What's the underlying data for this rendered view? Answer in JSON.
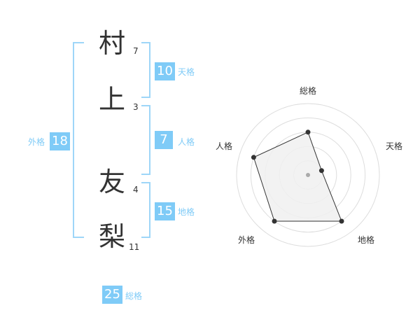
{
  "name": {
    "chars": [
      {
        "kanji": "村",
        "strokes": "7"
      },
      {
        "kanji": "上",
        "strokes": "3"
      },
      {
        "kanji": "友",
        "strokes": "4"
      },
      {
        "kanji": "梨",
        "strokes": "11"
      }
    ]
  },
  "kaku": {
    "tenkaku": {
      "value": "10",
      "label": "天格"
    },
    "jinkaku": {
      "value": "7",
      "label": "人格"
    },
    "chikaku": {
      "value": "15",
      "label": "地格"
    },
    "gaikaku": {
      "value": "18",
      "label": "外格"
    },
    "soukaku": {
      "value": "25",
      "label": "総格"
    }
  },
  "chart_data": {
    "type": "radar",
    "axes": [
      "総格",
      "天格",
      "地格",
      "外格",
      "人格"
    ],
    "values": [
      3,
      1,
      4,
      4,
      4
    ],
    "max": 5,
    "rings": 5,
    "colors": {
      "fill": "#f0f0f0",
      "stroke": "#333333",
      "ring": "#dddddd",
      "point": "#333333",
      "center": "#aaaaaa"
    }
  }
}
